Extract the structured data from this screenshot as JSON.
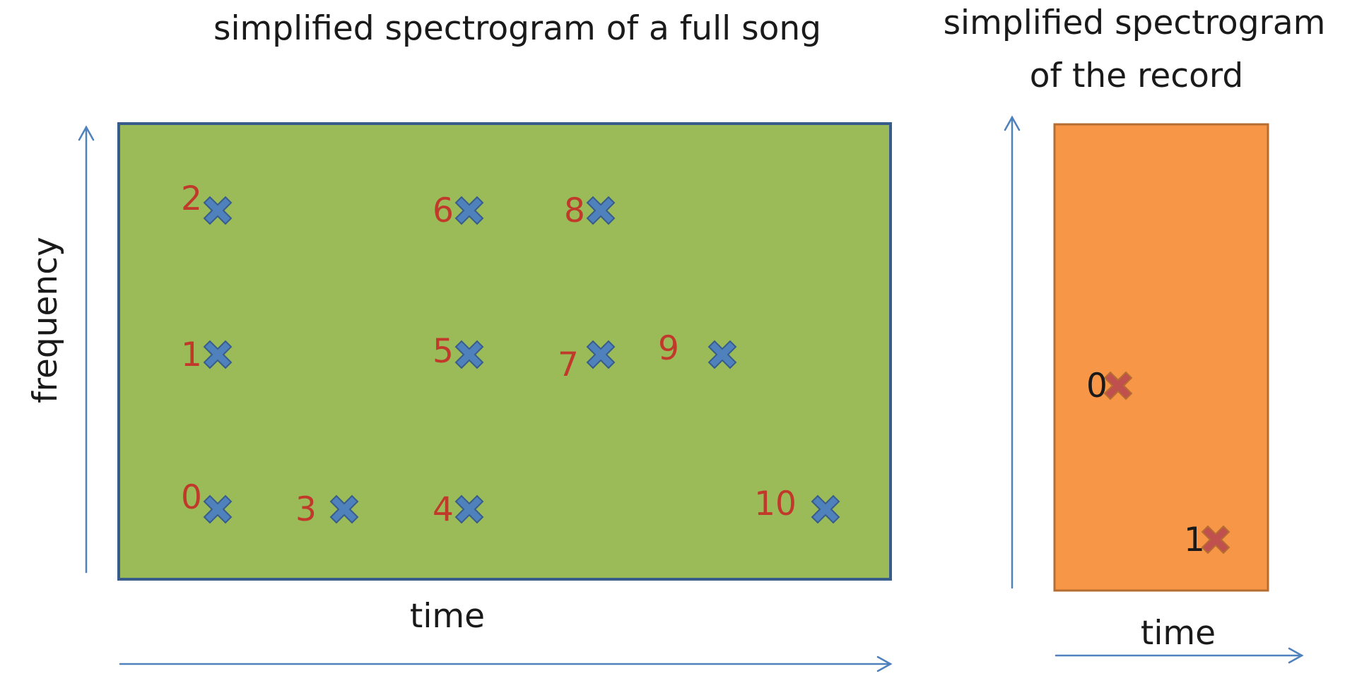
{
  "song_panel": {
    "title": "simplified spectrogram of a full song",
    "x_axis_label": "time",
    "y_axis_label": "frequency",
    "background_color": "#9bbb59",
    "border_color": "#385d8a",
    "marker_color": "#4f81bd",
    "label_color": "#c0392b",
    "points": [
      {
        "label": "0",
        "time": 0,
        "frequency": 0
      },
      {
        "label": "1",
        "time": 0,
        "frequency": 1
      },
      {
        "label": "2",
        "time": 0,
        "frequency": 2
      },
      {
        "label": "3",
        "time": 1,
        "frequency": 0
      },
      {
        "label": "4",
        "time": 2,
        "frequency": 0
      },
      {
        "label": "5",
        "time": 2,
        "frequency": 1
      },
      {
        "label": "6",
        "time": 2,
        "frequency": 2
      },
      {
        "label": "7",
        "time": 3,
        "frequency": 1
      },
      {
        "label": "8",
        "time": 3,
        "frequency": 2
      },
      {
        "label": "9",
        "time": 4,
        "frequency": 1
      },
      {
        "label": "10",
        "time": 5,
        "frequency": 0
      }
    ]
  },
  "record_panel": {
    "title_line1": "simplified spectrogram",
    "title_line2": "of the record",
    "x_axis_label": "time",
    "background_color": "#f79646",
    "border_color": "#b66d31",
    "marker_color": "#c0504d",
    "label_color": "#1a1a1a",
    "points": [
      {
        "label": "0",
        "time": 0,
        "frequency": 1
      },
      {
        "label": "1",
        "time": 1,
        "frequency": 0
      }
    ]
  },
  "arrow_color": "#4f81bd"
}
